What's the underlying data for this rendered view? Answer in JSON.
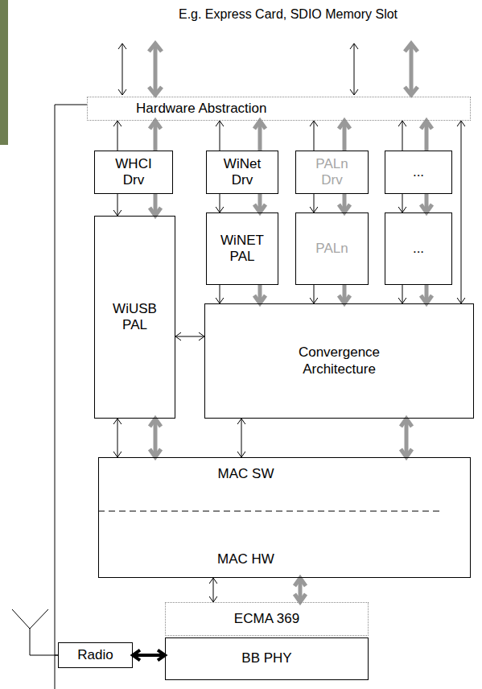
{
  "diagram": {
    "nodes": [
      {
        "text": [
          "Hardware Abstraction"
        ]
      },
      {
        "text": [
          "WHCI Drv"
        ]
      },
      {
        "text": [
          "WiNet Drv"
        ]
      },
      {
        "text": [
          "PALn Drv"
        ]
      },
      {
        "text": [
          "..."
        ]
      },
      {
        "text": [
          "WiUSB PAL"
        ]
      },
      {
        "text": [
          "WiNET PAL"
        ]
      },
      {
        "text": [
          "PALn"
        ]
      },
      {
        "text": [
          "..."
        ]
      },
      {
        "text": [
          "Convergence Architecture"
        ]
      },
      {
        "text": [
          "MAC SW",
          "MAC HW"
        ]
      },
      {
        "text": [
          "ECMA 369"
        ]
      },
      {
        "text": [
          "Radio"
        ]
      },
      {
        "text": [
          "BB PHY"
        ]
      }
    ],
    "edges": [
      {
        "from": 1,
        "to": 0,
        "arrow": "to"
      },
      {
        "from": 1,
        "to": 0,
        "arrow": "to"
      },
      {
        "from": 1,
        "to": 5,
        "arrow": "to"
      },
      {
        "from": 1,
        "to": 5,
        "arrow": "to"
      },
      {
        "from": 2,
        "to": 0,
        "arrow": "to"
      },
      {
        "from": 2,
        "to": 0,
        "arrow": "to"
      },
      {
        "from": 2,
        "to": 6,
        "arrow": "to"
      },
      {
        "from": 2,
        "to": 6,
        "arrow": "to"
      },
      {
        "from": 3,
        "to": 0,
        "arrow": "to"
      },
      {
        "from": 3,
        "to": 0,
        "arrow": "to"
      },
      {
        "from": 3,
        "to": 7,
        "arrow": "to"
      },
      {
        "from": 3,
        "to": 7,
        "arrow": "to"
      },
      {
        "from": 4,
        "to": 0,
        "arrow": "to"
      },
      {
        "from": 4,
        "to": 0,
        "arrow": "to"
      },
      {
        "from": 4,
        "to": 8,
        "arrow": "to"
      },
      {
        "from": 4,
        "to": 8,
        "arrow": "to"
      },
      {
        "from": 6,
        "to": 9,
        "arrow": "to"
      },
      {
        "from": 6,
        "to": 9,
        "arrow": "to"
      },
      {
        "from": 7,
        "to": 9,
        "arrow": "to"
      },
      {
        "from": 7,
        "to": 9,
        "arrow": "to"
      },
      {
        "from": 8,
        "to": 9,
        "arrow": "to"
      },
      {
        "from": 8,
        "to": 9,
        "arrow": "to"
      },
      {
        "from": 0,
        "to": 9,
        "arrow": "both"
      },
      {
        "from": 5,
        "to": 9,
        "arrow": "both"
      },
      {
        "from": 5,
        "to": 10,
        "arrow": "both"
      },
      {
        "from": 5,
        "to": 10,
        "arrow": "both"
      },
      {
        "from": 9,
        "to": 10,
        "arrow": "both"
      },
      {
        "from": 9,
        "to": 10,
        "arrow": "both"
      },
      {
        "from": 10,
        "to": 11,
        "arrow": "both"
      },
      {
        "from": 10,
        "to": 11,
        "arrow": "both"
      },
      {
        "from": 12,
        "to": 13,
        "arrow": "both"
      },
      {
        "from": 0,
        "to": 12,
        "arrow": "none"
      }
    ],
    "labels": [
      "E.g. Express Card, SDIO Memory Slot"
    ]
  }
}
